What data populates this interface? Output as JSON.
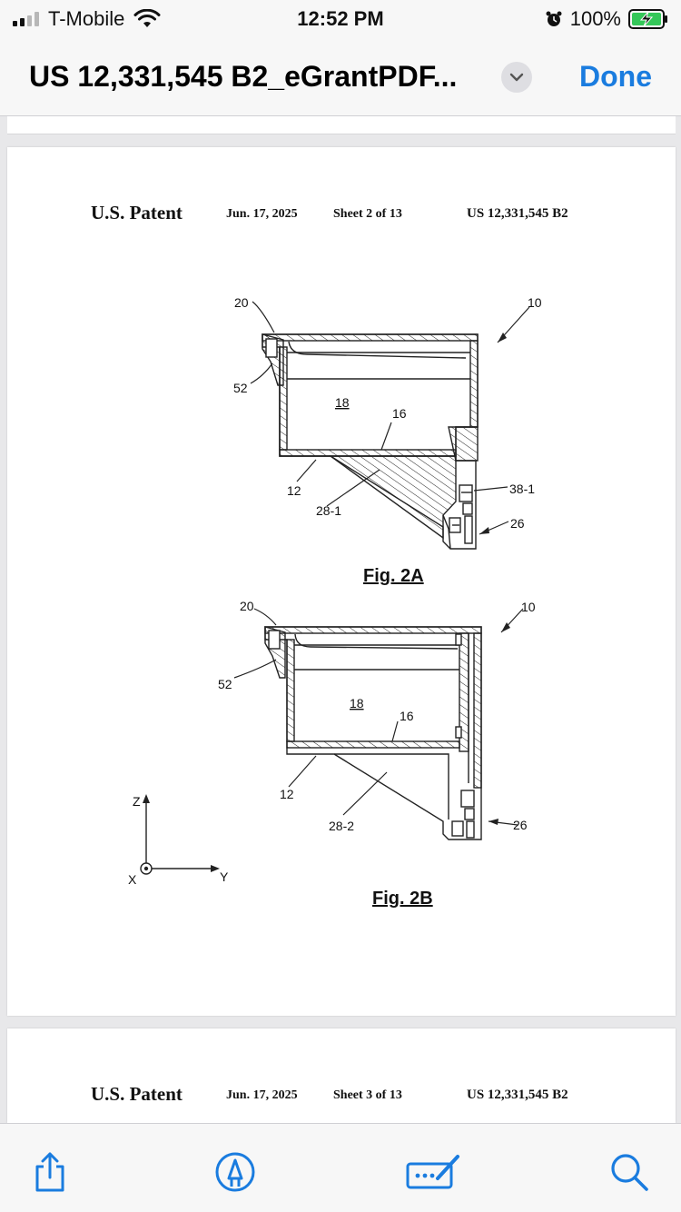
{
  "status_bar": {
    "carrier": "T-Mobile",
    "time": "12:52 PM",
    "battery_percent": "100%",
    "signal_bars_filled": 2,
    "signal_bars_total": 4
  },
  "nav": {
    "title": "US 12,331,545 B2_eGrantPDF...",
    "done_label": "Done"
  },
  "page": {
    "header": {
      "left": "U.S. Patent",
      "date": "Jun. 17, 2025",
      "sheet": "Sheet 2 of 13",
      "number": "US 12,331,545 B2"
    },
    "fig_a": {
      "caption": "Fig. 2A",
      "labels": {
        "l20": "20",
        "l10": "10",
        "l52": "52",
        "l18": "18",
        "l16": "16",
        "l12": "12",
        "l28": "28-1",
        "l38": "38-1",
        "l26": "26"
      }
    },
    "fig_b": {
      "caption": "Fig. 2B",
      "labels": {
        "l20": "20",
        "l10": "10",
        "l52": "52",
        "l18": "18",
        "l16": "16",
        "l12": "12",
        "l28": "28-2",
        "l26": "26"
      }
    },
    "axes": {
      "z": "Z",
      "x": "X",
      "y": "Y"
    }
  },
  "next_page": {
    "header": {
      "left": "U.S. Patent",
      "date": "Jun. 17, 2025",
      "sheet": "Sheet 3 of 13",
      "number": "US 12,331,545 B2"
    }
  },
  "toolbar": {
    "share": "share-icon",
    "markup": "markup-icon",
    "form": "fill-form-icon",
    "search": "search-icon"
  },
  "colors": {
    "accent": "#1a7cdf",
    "battery": "#34c759"
  }
}
